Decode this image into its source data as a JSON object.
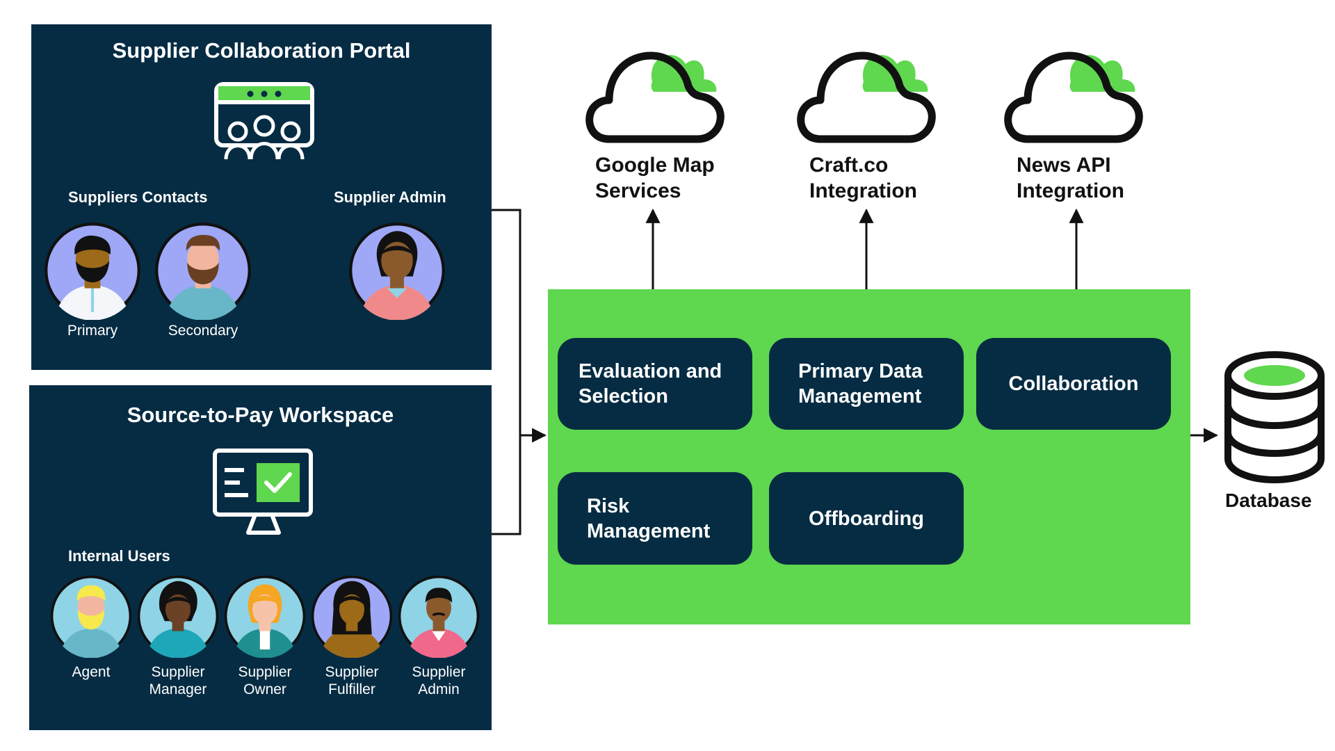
{
  "portal": {
    "title": "Supplier Collaboration Portal",
    "contacts_label": "Suppliers Contacts",
    "admin_label": "Supplier Admin",
    "contacts": [
      {
        "caption": [
          "Primary"
        ]
      },
      {
        "caption": [
          "Secondary"
        ]
      }
    ]
  },
  "workspace": {
    "title": "Source-to-Pay Workspace",
    "users_label": "Internal Users",
    "users": [
      {
        "caption": [
          "Agent"
        ]
      },
      {
        "caption": [
          "Supplier",
          "Manager"
        ]
      },
      {
        "caption": [
          "Supplier",
          "Owner"
        ]
      },
      {
        "caption": [
          "Supplier",
          "Fulfiller"
        ]
      },
      {
        "caption": [
          "Supplier",
          "Admin"
        ]
      }
    ]
  },
  "services": [
    {
      "lines": [
        "Google Map",
        "Services"
      ]
    },
    {
      "lines": [
        "Craft.co",
        "Integration"
      ]
    },
    {
      "lines": [
        "News API",
        "Integration"
      ]
    }
  ],
  "modules": [
    {
      "lines": [
        "Evaluation and",
        "Selection"
      ]
    },
    {
      "lines": [
        "Primary Data",
        "Management"
      ]
    },
    {
      "lines": [
        "Collaboration"
      ]
    },
    {
      "lines": [
        "Risk",
        "Management"
      ]
    },
    {
      "lines": [
        "Offboarding"
      ]
    }
  ],
  "database": {
    "label": "Database"
  },
  "colors": {
    "navy": "#062c43",
    "green": "#5fd74e",
    "avatar_bg": "#9ea8f6",
    "avatar_bg_alt": "#8fd3e6"
  },
  "icons": [
    "portal-window-group-icon",
    "monitor-checklist-icon",
    "cloud-icon",
    "database-icon",
    "person-avatar-icon"
  ]
}
